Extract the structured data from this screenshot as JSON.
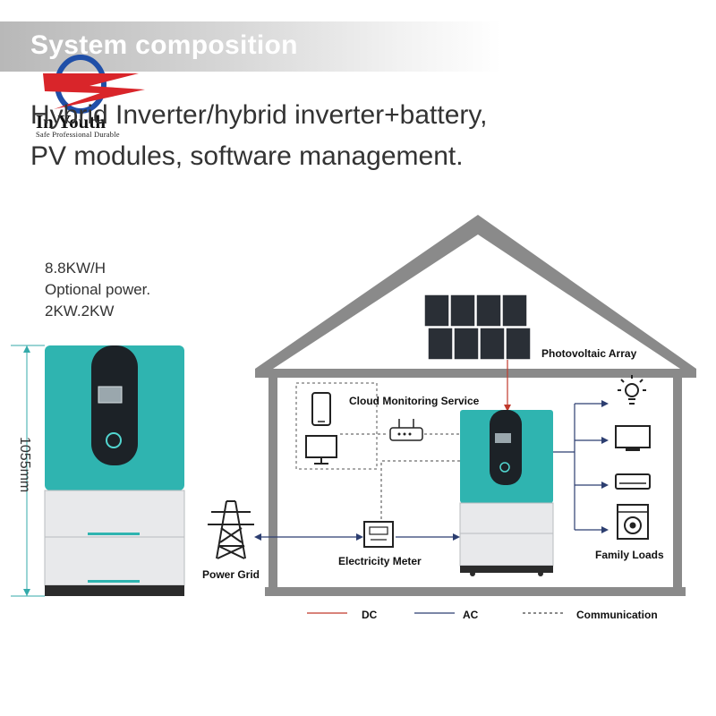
{
  "header": {
    "title": "System composition",
    "subtitle_line1": "Hybrid Inverter/hybrid inverter+battery,",
    "subtitle_line2": "PV modules, software management."
  },
  "logo": {
    "brand": "In Youth",
    "tagline": "Safe Professional Durable"
  },
  "specs": {
    "line1": "8.8KW/H",
    "line2": "Optional power.",
    "line3": "2KW.2KW"
  },
  "dimension": {
    "height_label": "1055mm"
  },
  "diagram": {
    "photovoltaic": "Photovoltaic Array",
    "cloud": "Cloud Monitoring Service",
    "power_grid": "Power Grid",
    "meter": "Electricity Meter",
    "family_loads": "Family Loads"
  },
  "legend": {
    "dc": "DC",
    "ac": "AC",
    "communication": "Communication"
  },
  "colors": {
    "accent_teal": "#2fb4b0",
    "dc_line": "#c0392b",
    "ac_line": "#2c3e70",
    "roof": "#8a8a8a"
  }
}
